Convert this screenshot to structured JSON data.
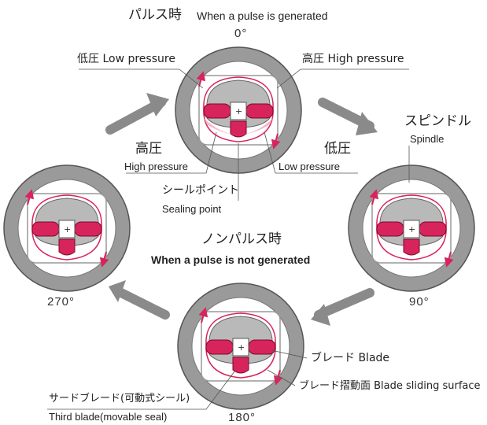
{
  "title": {
    "pulse_jp": "パルス時",
    "pulse_en": "When a pulse is generated",
    "nopulse_jp": "ノンパルス時",
    "nopulse_en": "When a pulse is not generated"
  },
  "angles": {
    "a0": "0°",
    "a90": "90°",
    "a180": "180°",
    "a270": "270°"
  },
  "labels": {
    "low_pressure_top": "低圧 Low pressure",
    "high_pressure_top": "高圧 High pressure",
    "high_pressure_jp": "高圧",
    "high_pressure_en": "High pressure",
    "low_pressure_jp": "低圧",
    "low_pressure_en": "Low pressure",
    "sealing_jp": "シールポイント",
    "sealing_en": "Sealing point",
    "spindle_jp": "スピンドル",
    "spindle_en": "Spindle",
    "blade": "ブレード Blade",
    "blade_sliding": "ブレード摺動面 Blade sliding surface",
    "third_blade_jp": "サードブレード(可動式シール)",
    "third_blade_en": "Third blade(movable seal)"
  },
  "colors": {
    "blade": "#d8245c",
    "ring": "#9a9a9a",
    "housing": "#cfcfcf",
    "arrow": "#8a8a8a",
    "highlight": "#f2a7b8"
  }
}
